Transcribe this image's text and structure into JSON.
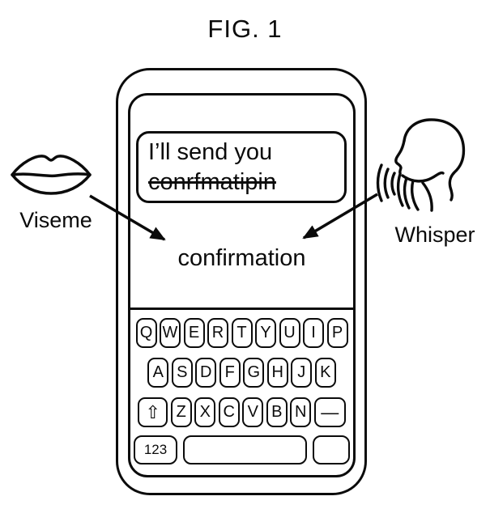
{
  "figure_title": "FIG. 1",
  "colors": {
    "ink": "#0b0b0b",
    "background": "#ffffff"
  },
  "phone": {
    "message_bubble": {
      "line1": "I’ll send you",
      "misspelled_word": "conrfmatipin",
      "strikethrough": true
    },
    "corrected_word": "confirmation",
    "keyboard": {
      "row1": [
        "Q",
        "W",
        "E",
        "R",
        "T",
        "Y",
        "U",
        "I",
        "P"
      ],
      "row2": [
        "A",
        "S",
        "D",
        "F",
        "G",
        "H",
        "J",
        "K"
      ],
      "row3": [
        "Z",
        "X",
        "C",
        "V",
        "B",
        "N"
      ],
      "shift_glyph": "⇧",
      "dash_glyph": "—",
      "numeric_key_label": "123"
    }
  },
  "annotations": {
    "viseme": {
      "label": "Viseme",
      "icon": "lips-icon"
    },
    "whisper": {
      "label": "Whisper",
      "icon": "whispering-face-icon"
    }
  }
}
